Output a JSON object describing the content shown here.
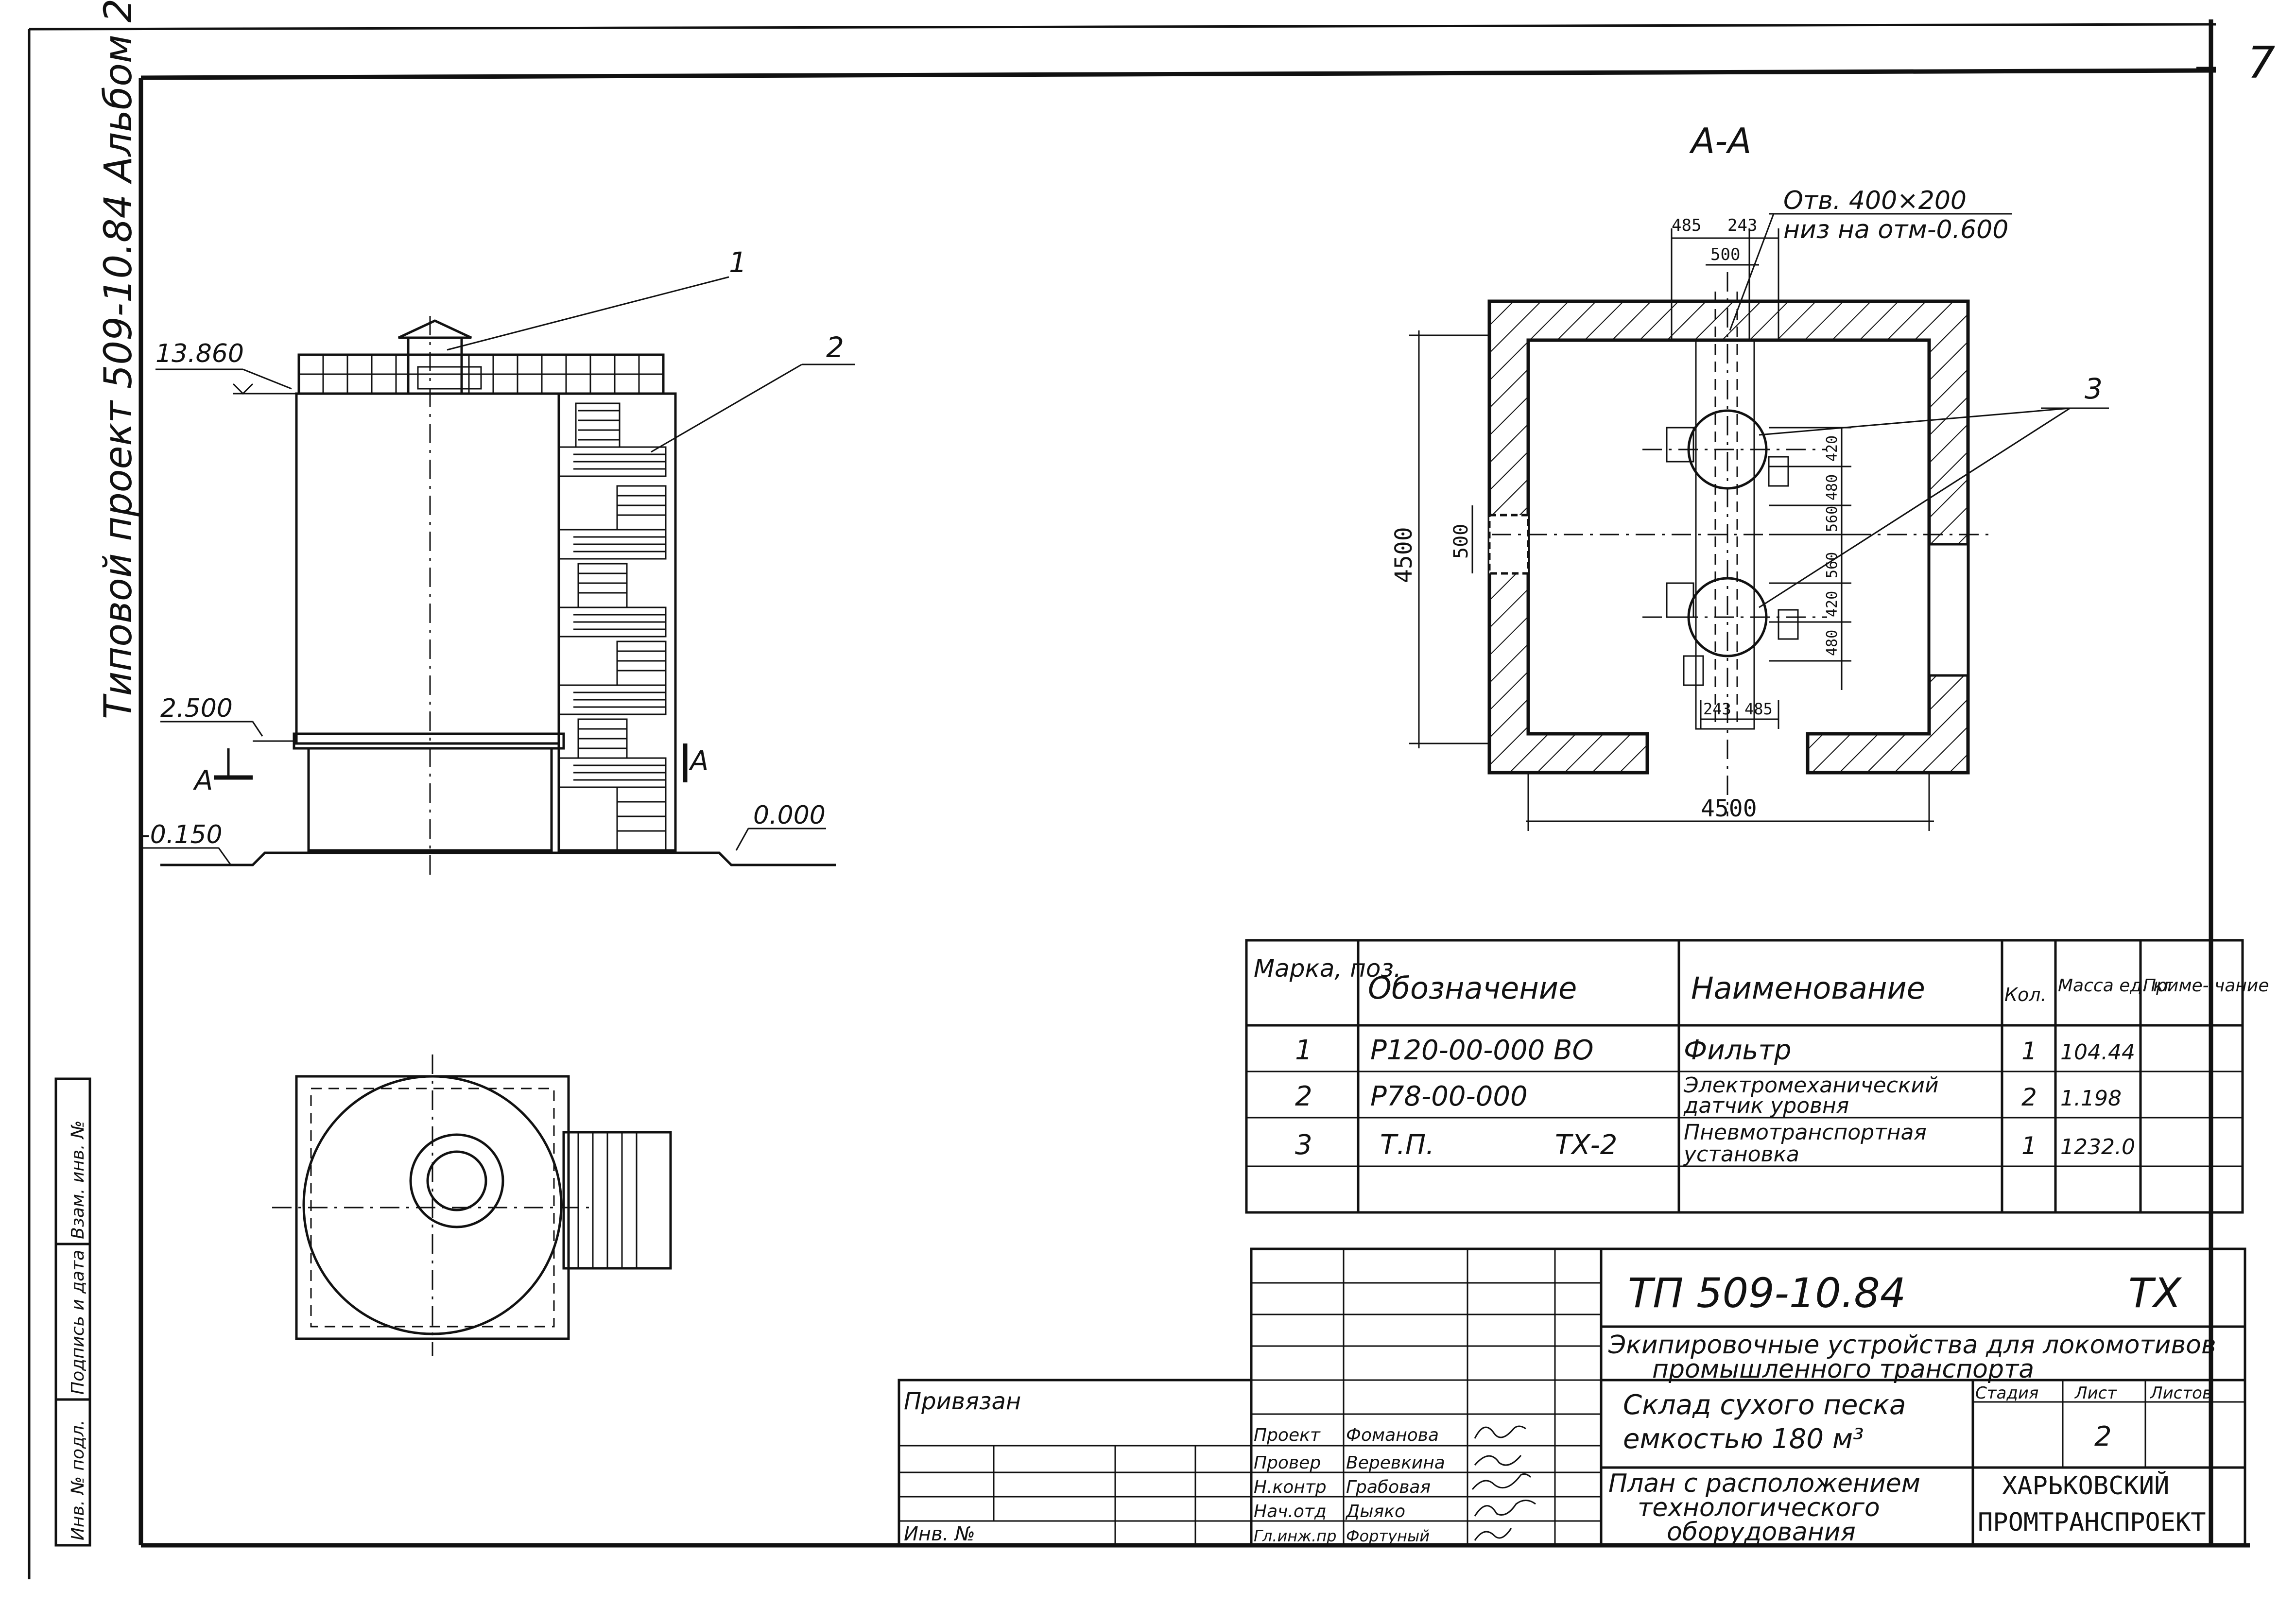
{
  "sheet": {
    "page_number": "7",
    "album_title": "Типовой проект 509-10.84 Альбом 2",
    "section_label": "А-А",
    "cut_marker": "А"
  },
  "elevation": {
    "marks": [
      "13.860",
      "2.500",
      "-0.150",
      "0.000"
    ],
    "leaders": [
      "1",
      "2"
    ]
  },
  "section": {
    "opening_note_1": "Отв. 400×200",
    "opening_note_2": "низ на отм-0.600",
    "leader": "3",
    "dims_top": [
      "485",
      "243",
      "500"
    ],
    "dims_right": [
      "420",
      "480",
      "560",
      "560",
      "420",
      "480"
    ],
    "dims_bottom": [
      "243",
      "485"
    ],
    "dim_left_height": "4500",
    "dim_left_opening": "500",
    "dim_bottom_width": "4500"
  },
  "spec_table": {
    "headers": [
      "Марка, поз.",
      "Обозначение",
      "Наименование",
      "Кол.",
      "Масса ед. кг",
      "Приме- чание"
    ],
    "rows": [
      {
        "pos": "1",
        "code": "P120-00-000 ВО",
        "code2": "",
        "name": "Фильтр",
        "name2": "",
        "qty": "1",
        "mass": "104.44",
        "note": ""
      },
      {
        "pos": "2",
        "code": "Р78-00-000",
        "code2": "",
        "name": "Электромеханический",
        "name2": "датчик уровня",
        "qty": "2",
        "mass": "1.198",
        "note": ""
      },
      {
        "pos": "3",
        "code": "Т.П.",
        "code2": "ТХ-2",
        "name": "Пневмотранспортная",
        "name2": "установка",
        "qty": "1",
        "mass": "1232.0",
        "note": ""
      }
    ]
  },
  "title_block": {
    "doc_code": "ТП 509-10.84",
    "mark": "ТХ",
    "project_name_1": "Экипировочные устройства для локомотивов",
    "project_name_2": "промышленного транспорта",
    "object_1": "Склад сухого песка",
    "object_2": "емкостью 180 м³",
    "stage_label": "Стадия",
    "sheet_label": "Лист",
    "sheets_label": "Листов",
    "sheet_no": "2",
    "drawing_1": "План с расположением",
    "drawing_2": "технологического",
    "drawing_3": "оборудования",
    "org_1": "ХАРЬКОВСКИЙ",
    "org_2": "ПРОМТРАНСПРОЕКТ",
    "bound_label": "Привязан",
    "inv_label": "Инв. № ",
    "roles": [
      "Проект",
      "Провер",
      "Н.контр",
      "Нач.отд",
      "Гл.инж.пр"
    ],
    "names": [
      "Фоманова",
      "Веревкина",
      "Грабовая",
      "Дыяко",
      "Фортуный"
    ]
  },
  "side_stamp": {
    "cells": [
      "Инв. № подл.",
      "Подпись и дата",
      "Взам. инв. №"
    ]
  }
}
